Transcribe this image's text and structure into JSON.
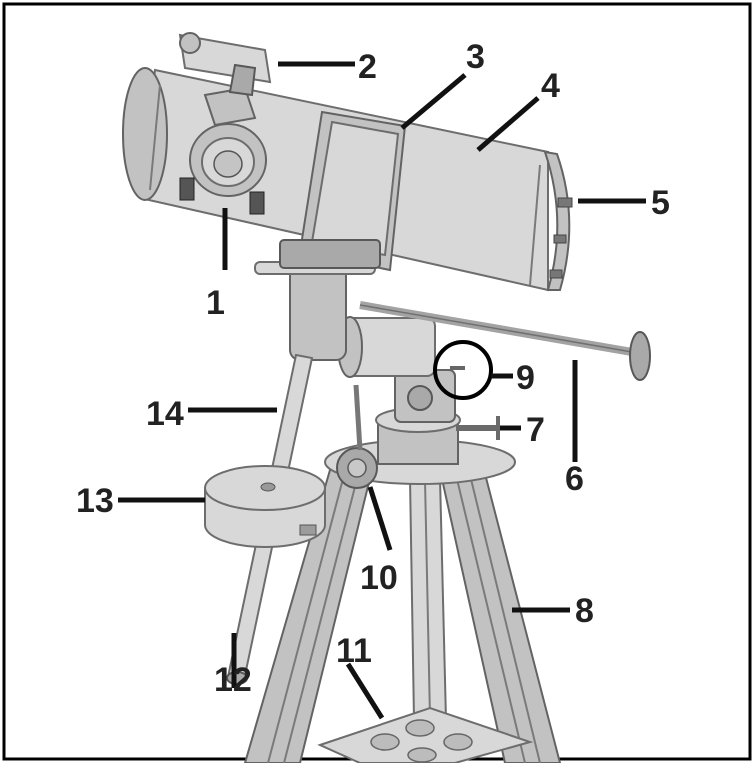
{
  "figure": {
    "callouts": [
      {
        "id": "1",
        "text": "1"
      },
      {
        "id": "2",
        "text": "2"
      },
      {
        "id": "3",
        "text": "3"
      },
      {
        "id": "4",
        "text": "4"
      },
      {
        "id": "5",
        "text": "5"
      },
      {
        "id": "6",
        "text": "6"
      },
      {
        "id": "7",
        "text": "7"
      },
      {
        "id": "8",
        "text": "8"
      },
      {
        "id": "9",
        "text": "9"
      },
      {
        "id": "10",
        "text": "10"
      },
      {
        "id": "11",
        "text": "11"
      },
      {
        "id": "12",
        "text": "12"
      },
      {
        "id": "13",
        "text": "13"
      },
      {
        "id": "14",
        "text": "14"
      }
    ],
    "colors": {
      "frame": "#000000",
      "callout_text": "#222222",
      "metal_light": "#d8d8d8",
      "metal_mid": "#c2c2c2",
      "metal_dark": "#a9a9a9",
      "outline": "#6d6d6d"
    }
  }
}
